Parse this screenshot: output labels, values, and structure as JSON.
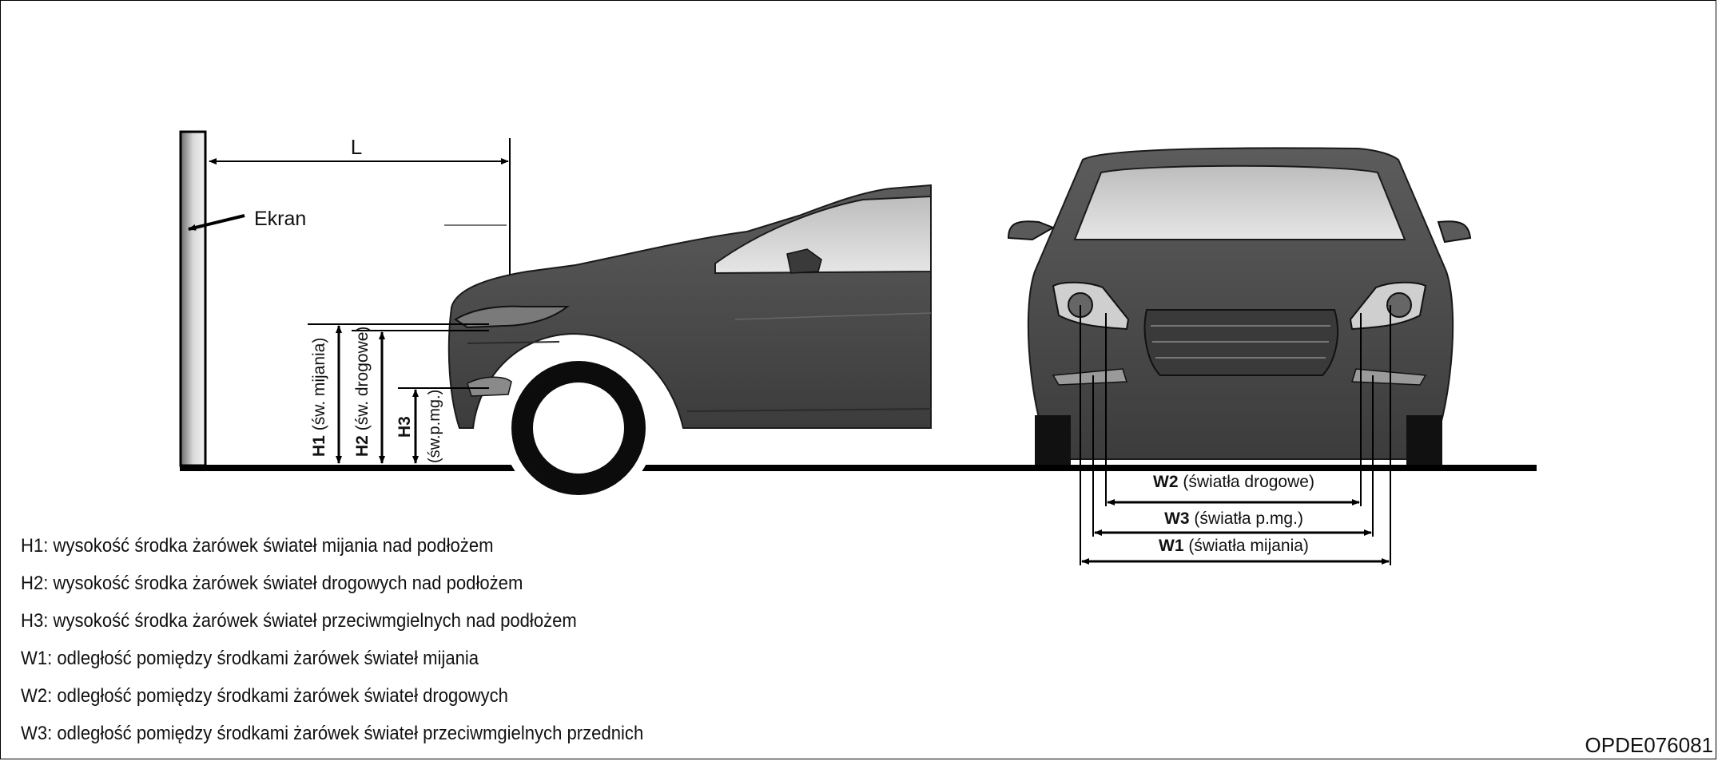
{
  "labels": {
    "distance": "L",
    "screen": "Ekran",
    "h1_code": "H1",
    "h1_note": "(św. mijania)",
    "h2_code": "H2",
    "h2_note": "(św. drogowe)",
    "h3_code": "H3",
    "h3_note": "(św.p.mg.)",
    "w2_code": "W2",
    "w2_note": "(światła drogowe)",
    "w3_code": "W3",
    "w3_note": "(światła p.mg.)",
    "w1_code": "W1",
    "w1_note": "(światła mijania)"
  },
  "legend": [
    "H1: wysokość środka żarówek świateł mijania nad podłożem",
    "H2: wysokość środka żarówek świateł drogowych nad podłożem",
    "H3: wysokość środka żarówek świateł przeciwmgielnych nad podłożem",
    "W1: odległość pomiędzy środkami żarówek świateł mijania",
    "W2: odległość pomiędzy środkami żarówek świateł drogowych",
    "W3: odległość pomiędzy środkami żarówek świateł przeciwmgielnych przednich"
  ],
  "figure_code": "OPDE076081",
  "colors": {
    "car_body": "#4a4a4a",
    "car_dark": "#2a2a2a",
    "glass": "#cfcfcf",
    "line": "#000000"
  }
}
